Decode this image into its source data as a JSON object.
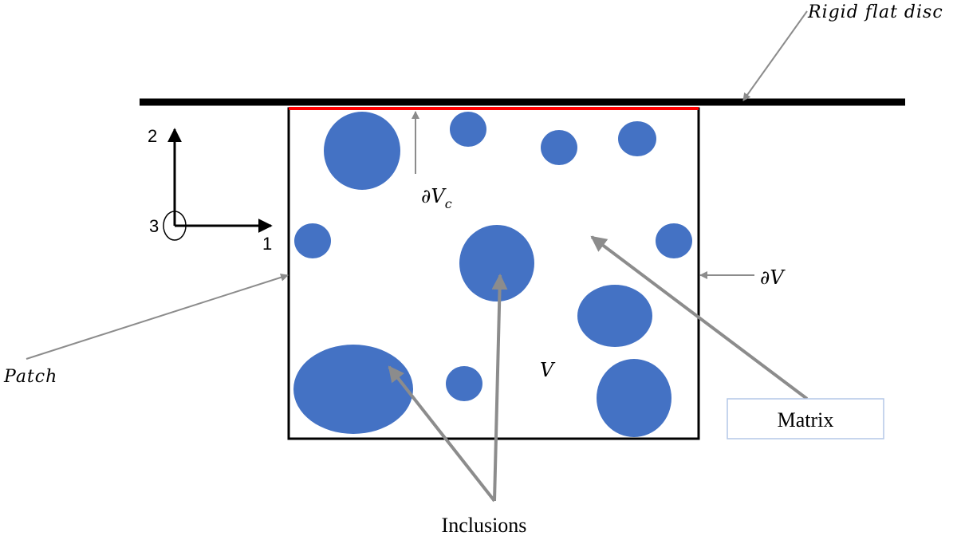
{
  "labels": {
    "rigid_disc": "Rigid flat disc",
    "contact_boundary": "∂V",
    "contact_subscript": "c",
    "outer_boundary": "∂V",
    "volume": "V",
    "patch": "Patch",
    "matrix": "Matrix",
    "inclusions": "Inclusions"
  },
  "axes": {
    "axis_2": "2",
    "axis_1": "1",
    "axis_3": "3"
  },
  "colors": {
    "inclusion_fill": "#4472c4",
    "contact_line": "#ff0000",
    "leader_arrow": "#8c8c8c",
    "matrix_box_border": "#b4c7e7"
  }
}
